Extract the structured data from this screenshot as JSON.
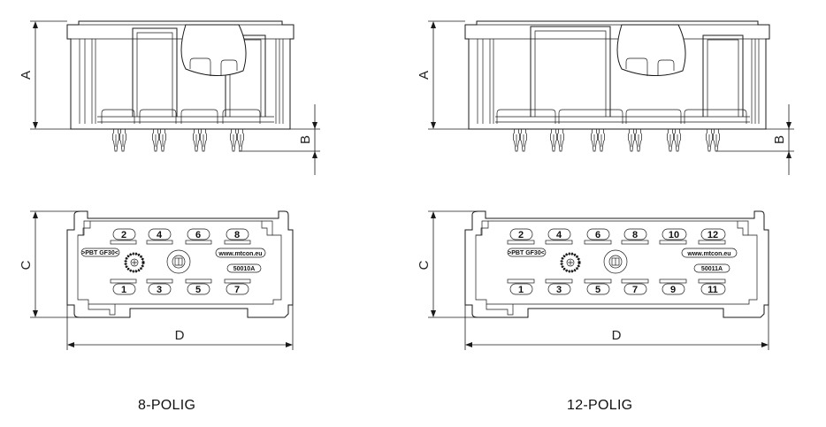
{
  "dimensions": {
    "a": "A",
    "b": "B",
    "c": "C",
    "d": "D"
  },
  "left_variant": {
    "caption": "8-POLIG",
    "top_pins": [
      "2",
      "4",
      "6",
      "8"
    ],
    "bottom_pins": [
      "1",
      "3",
      "5",
      "7"
    ],
    "brand_tag": ">PBT GF30<",
    "website": "www.mtcon.eu",
    "part_number": "50010A"
  },
  "right_variant": {
    "caption": "12-POLIG",
    "top_pins": [
      "2",
      "4",
      "6",
      "8",
      "10",
      "12"
    ],
    "bottom_pins": [
      "1",
      "3",
      "5",
      "7",
      "9",
      "11"
    ],
    "brand_tag": ">PBT GF30<",
    "website": "www.mtcon.eu",
    "part_number": "50011A"
  }
}
